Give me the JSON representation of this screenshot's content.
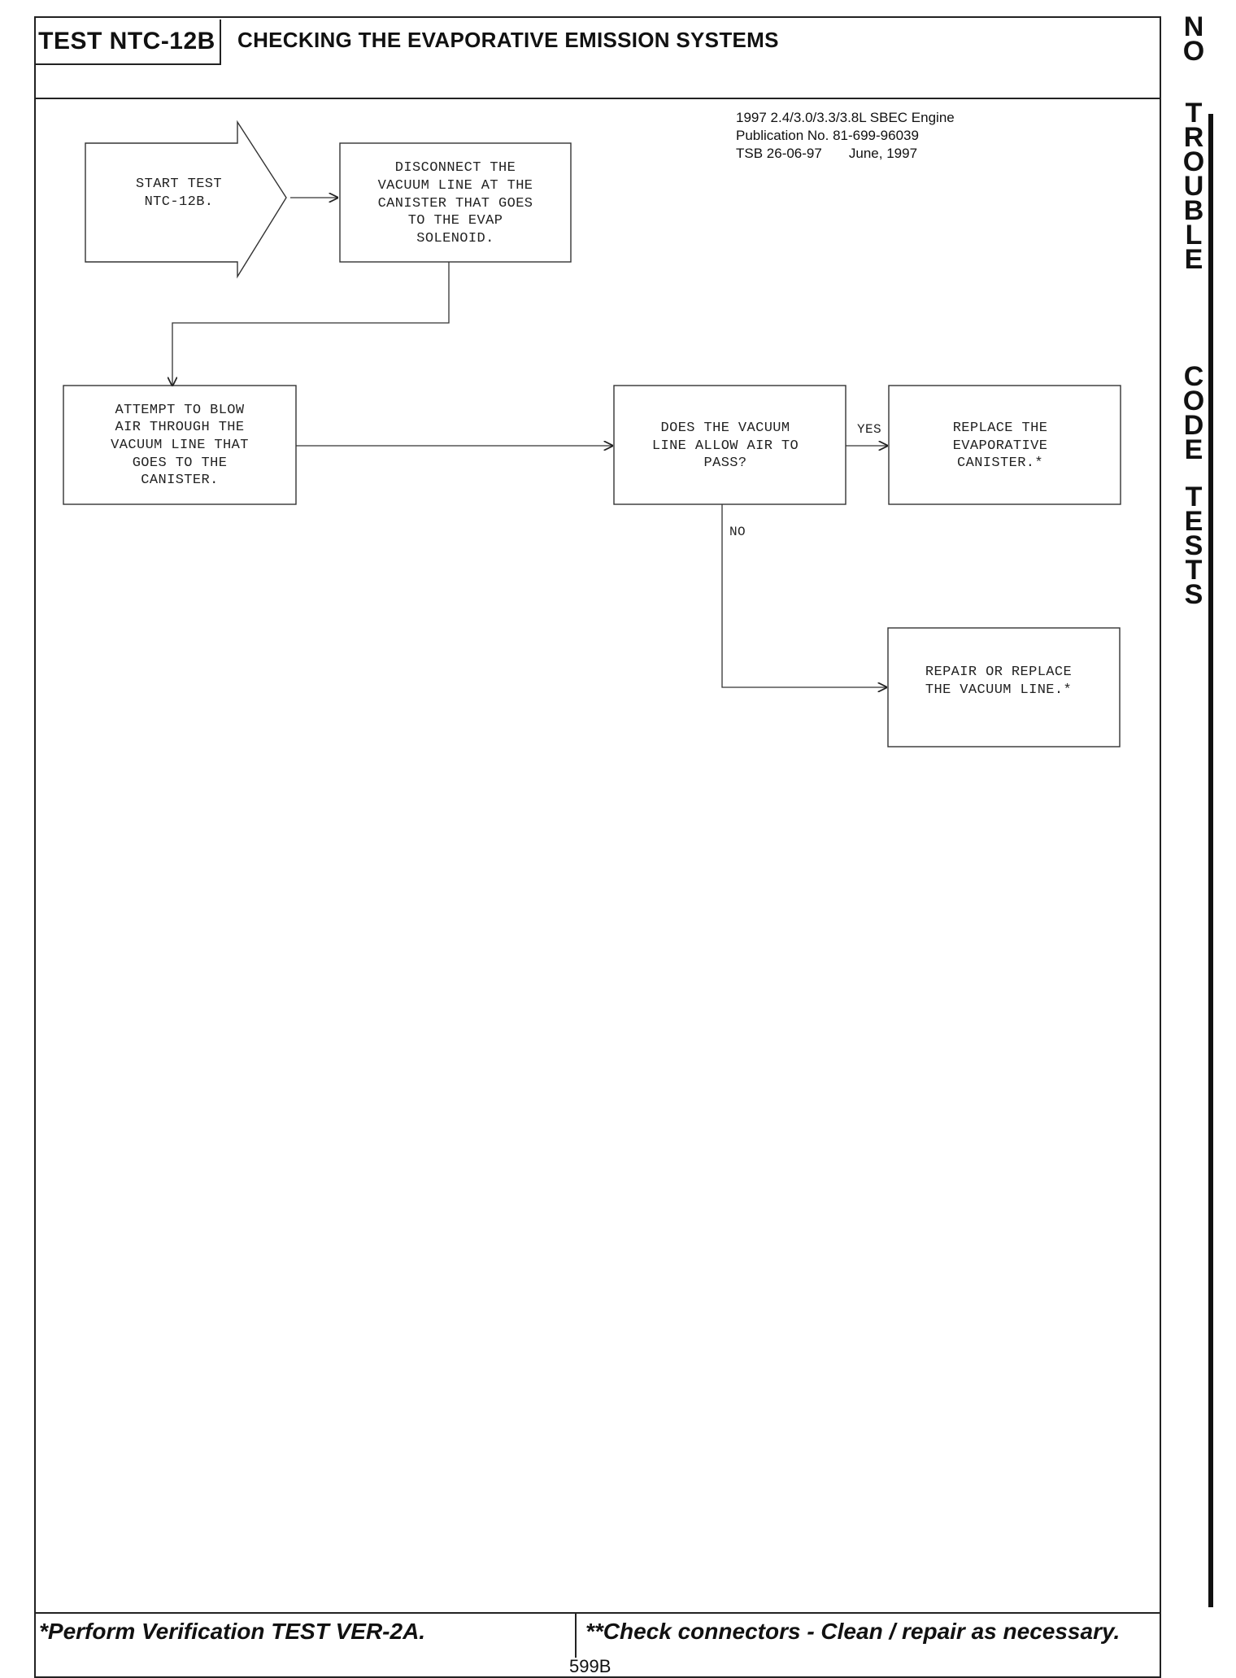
{
  "header": {
    "test_id": "TEST NTC-12B",
    "title": "CHECKING THE EVAPORATIVE EMISSION SYSTEMS"
  },
  "publication": {
    "line1": "1997 2.4/3.0/3.3/3.8L SBEC Engine",
    "line2": "Publication No. 81-699-96039",
    "line3": "TSB 26-06-97       June, 1997"
  },
  "side_tab": {
    "lines": [
      "N",
      "O",
      "",
      "T",
      "R",
      "O",
      "U",
      "B",
      "L",
      "E",
      "",
      "C",
      "O",
      "D",
      "E",
      "",
      "T",
      "E",
      "S",
      "T",
      "S"
    ]
  },
  "flowchart": {
    "start": [
      "START TEST",
      "NTC-12B."
    ],
    "disconnect": [
      "DISCONNECT THE",
      "VACUUM LINE AT THE",
      "CANISTER THAT GOES",
      "TO THE EVAP",
      "SOLENOID."
    ],
    "attempt": [
      "ATTEMPT TO BLOW",
      "AIR THROUGH THE",
      "VACUUM LINE THAT",
      "GOES TO THE",
      "CANISTER."
    ],
    "question": [
      "DOES THE VACUUM",
      "LINE ALLOW AIR TO",
      "PASS?"
    ],
    "replace_canister": [
      "REPLACE THE",
      "EVAPORATIVE",
      "CANISTER.*"
    ],
    "repair_line": [
      "REPAIR OR REPLACE",
      "THE VACUUM LINE.*"
    ],
    "yes_label": "YES",
    "no_label": "NO"
  },
  "footer": {
    "left": "*Perform Verification TEST VER-2A.",
    "right": "**Check connectors - Clean / repair as necessary.",
    "page_number": "599B"
  }
}
